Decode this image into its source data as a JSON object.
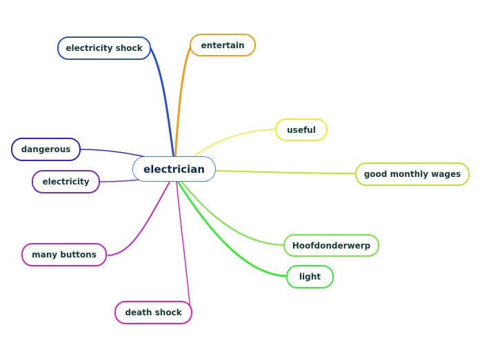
{
  "central": {
    "label": "electrician"
  },
  "branches": [
    {
      "label": "electricity shock",
      "color": "#2a4fd0"
    },
    {
      "label": "entertain",
      "color": "#f29c1c"
    },
    {
      "label": "useful",
      "color": "#f5e82a"
    },
    {
      "label": "good monthly wages",
      "color": "#b7e62a"
    },
    {
      "label": "Hoofdonderwerp",
      "color": "#6ee83a"
    },
    {
      "label": "light",
      "color": "#3ae83a"
    },
    {
      "label": "death shock",
      "color": "#e021b8"
    },
    {
      "label": "many buttons",
      "color": "#c426c4"
    },
    {
      "label": "electricity",
      "color": "#7a28d0"
    },
    {
      "label": "dangerous",
      "color": "#3320c0"
    }
  ]
}
